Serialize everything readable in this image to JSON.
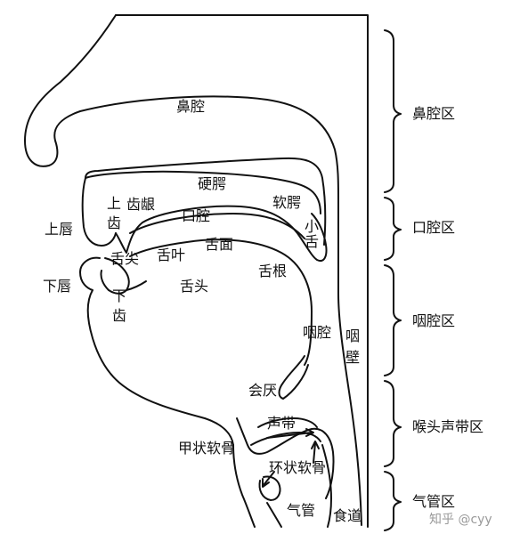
{
  "labels": {
    "nasal_cavity": "鼻腔",
    "hard_palate": "硬腭",
    "soft_palate": "软腭",
    "alveolar_ridge": "齿龈",
    "upper_teeth_1": "上",
    "upper_teeth_2": "齿",
    "oral_cavity": "口腔",
    "uvula_1": "小",
    "uvula_2": "舌",
    "upper_lip": "上唇",
    "lower_lip": "下唇",
    "tongue_tip": "舌尖",
    "tongue_blade": "舌叶",
    "tongue_surface": "舌面",
    "tongue_body": "舌头",
    "tongue_root": "舌根",
    "lower_teeth_1": "下",
    "lower_teeth_2": "齿",
    "pharynx_cavity": "咽腔",
    "pharynx_wall_1": "咽",
    "pharynx_wall_2": "壁",
    "epiglottis": "会厌",
    "vocal_cords": "声带",
    "thyroid_cartilage": "甲状软骨",
    "cricoid_cartilage": "环状软骨",
    "trachea": "气管",
    "esophagus": "食道"
  },
  "regions": {
    "nasal": "鼻腔区",
    "oral": "口腔区",
    "pharyngeal": "咽腔区",
    "larynx": "喉头声带区",
    "trachea": "气管区"
  },
  "watermark": "知乎 @cyy",
  "colors": {
    "ink": "#111111",
    "background": "#ffffff",
    "watermark": "#9a9a9a"
  }
}
